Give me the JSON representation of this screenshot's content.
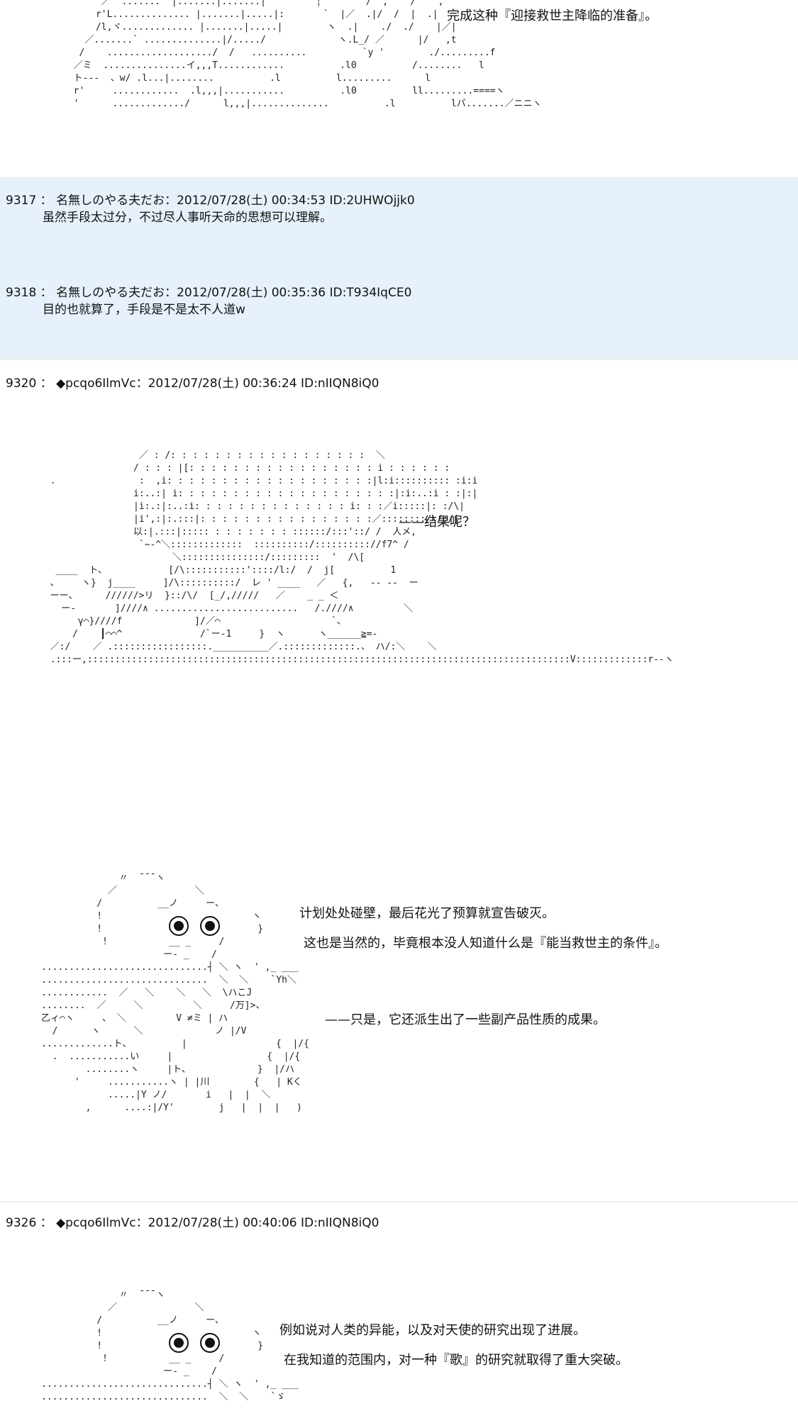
{
  "top_panel": {
    "ascii_art": "       ／  .......  |.......|.......|         ¦    `   /  ,    /    ,\n      r'L.............. |.......|.....|:       `  |／  .|/  /  |  .|\n      /l,ヾ............. |.......|.....|        ヽ  .|    ./  ./    |／|\n    ／.......` ..............|/...../             ヽ.L_/ ／      |/   ,t\n   /    .................../  /   ..........          `y '        ./.........f\n  ／ミ  ...............イ,,,T............          .l0          /........   l\n  ト---  、w/ .l...|........          .l          l.........      l\n  r'     ............  .l,,,|...........          .l0          ll.........====ヽ\n  '      ............./      l,,,|..............          .l          lバ.......／ニニヽ",
    "narration": "完成这种『迎接救世主降临的准备』。"
  },
  "posts": [
    {
      "number": "9317",
      "separator": "：",
      "name": "名無しのやる夫だお",
      "datetime": "：2012/07/28(土) 00:34:53",
      "id": "ID:2UHWOjjk0",
      "body": "虽然手段太过分，不过尽人事听天命的思想可以理解。"
    },
    {
      "number": "9318",
      "separator": "：",
      "name": "名無しのやる夫だお",
      "datetime": "：2012/07/28(土) 00:35:36",
      "id": "ID:T934IqCE0",
      "body": "目的也就算了，手段是不是太不人道w"
    },
    {
      "number": "9320",
      "separator": "：",
      "name": "◆pcqo6IlmVc",
      "datetime": "：2012/07/28(土) 00:36:24",
      "id": "ID:nIIQN8iQ0"
    },
    {
      "number": "9326",
      "separator": "：",
      "name": "◆pcqo6IlmVc",
      "datetime": "：2012/07/28(土) 00:40:06",
      "id": "ID:nIIQN8iQ0"
    }
  ],
  "post_9320": {
    "ascii_art_1": "                  ／ : /: : : : : : : : : : : : : : : : : :  ＼\n                 / : : : |[: : : : : : : : : : : : : : : : : i : : : : : :\n  .               :  ,i: : : : : : : : : : : : : : : : : : :|l:i:::::::::: :i:i\n                 i:..:| i: : : : : : : : : : : : : : : : : : : :|:i:..:i : :|:|\n                 |i:.:|:..:i: : : : : : : : : : : : : : i: : :／i:::::|: :/\\|\n                 |i',:|:.:::|: : : : : : : : : : : : : : : :／::::::::/\\/:/|\n                 以:|.:::|::::: : : : : : : : ::::::/:::'::/ /  人メ,\n                  `~-^＼:::::::::::::  ::::::::::/:::::::::://f7^ /\n                        ＼:::::::::::::::/:::::::::  '  /\\[\n   ____  ト、           [/\\:::::::::::'::::/l:/  /  j[          1\n  、    ヽ}  j____     ]/\\::::::::::/  レ ' ____   ／   {,   -- --  ー\n  ーー、     //////>リ  }::/\\/  [_/,/////   ／    _ _ ＜\n    ー-       ]////∧ ..........................   /.////∧         ＼\n       γ⌒}////f             ]/／⌒                    `、\n      /    ┃⌒⌒^              /`ー-1     }  ヽ      ヽ______≧=-\n  ／:/    ／ .:::::::::::::::::.__________／.:::::::::::::.、 ハ/:＼    ＼\n  .:::ー,:::::::::::::::::::::::::::::::::::::::::::::::::::::::::::::::::::::::::::::::::::::::V:::::::::::::r--ヽ",
    "narration_1": "——结果呢？",
    "ascii_art_2": "              〃  ̄ ̄ ̄ ヽ\n            ／              ＼\n          /          __ノ     ー、\n          !                           ヽ\n          !                            }\n           !           __ _     /\n                      ー- _    /\n..............................┤ ＼ ヽ  ' ,_ ___\n..............................  ＼  ＼    `Yh＼\n............  ／   ＼    ＼   ＼  \\ハこJ\n........  ／     ＼         ＼     /万]>、\n乙ィ⌒ヽ     、 ＼         V ≠ミ | ハ\n  /      ヽ      ＼             ノ |/V\n.............ト、         |                {  |/{\n  .  ...........い     |                 {  |/{\n        ........ヽ     |ト、            }  |/ハ\n      '     ...........ヽ | |川        {   | Kく\n            .....|Y ノ/       i   |  |  ＼\n        ,      ....:|/Y'        j   |  |  |   )",
    "narration_2": "计划处处碰壁，最后花光了预算就宣告破灭。",
    "narration_3": "这也是当然的，毕竟根本没人知道什么是『能当救世主的条件』。",
    "narration_4": "——只是，它还派生出了一些副产品性质的成果。"
  },
  "post_9326": {
    "ascii_art": "              〃  ̄ ̄ ̄ ヽ\n            ／              ＼\n          /          __ノ     ー、\n          !                           ヽ\n          !                            }\n           !           __ _     /\n                      ー- _    /\n..............................┤ ＼ ヽ  ' ,_ ___\n..............................  ＼  ＼    `ゞ",
    "narration_1": "例如说对人类的异能，以及对天使的研究出现了进展。",
    "narration_2": "在我知道的范围内，对一种『歌』的研究就取得了重大突破。"
  }
}
